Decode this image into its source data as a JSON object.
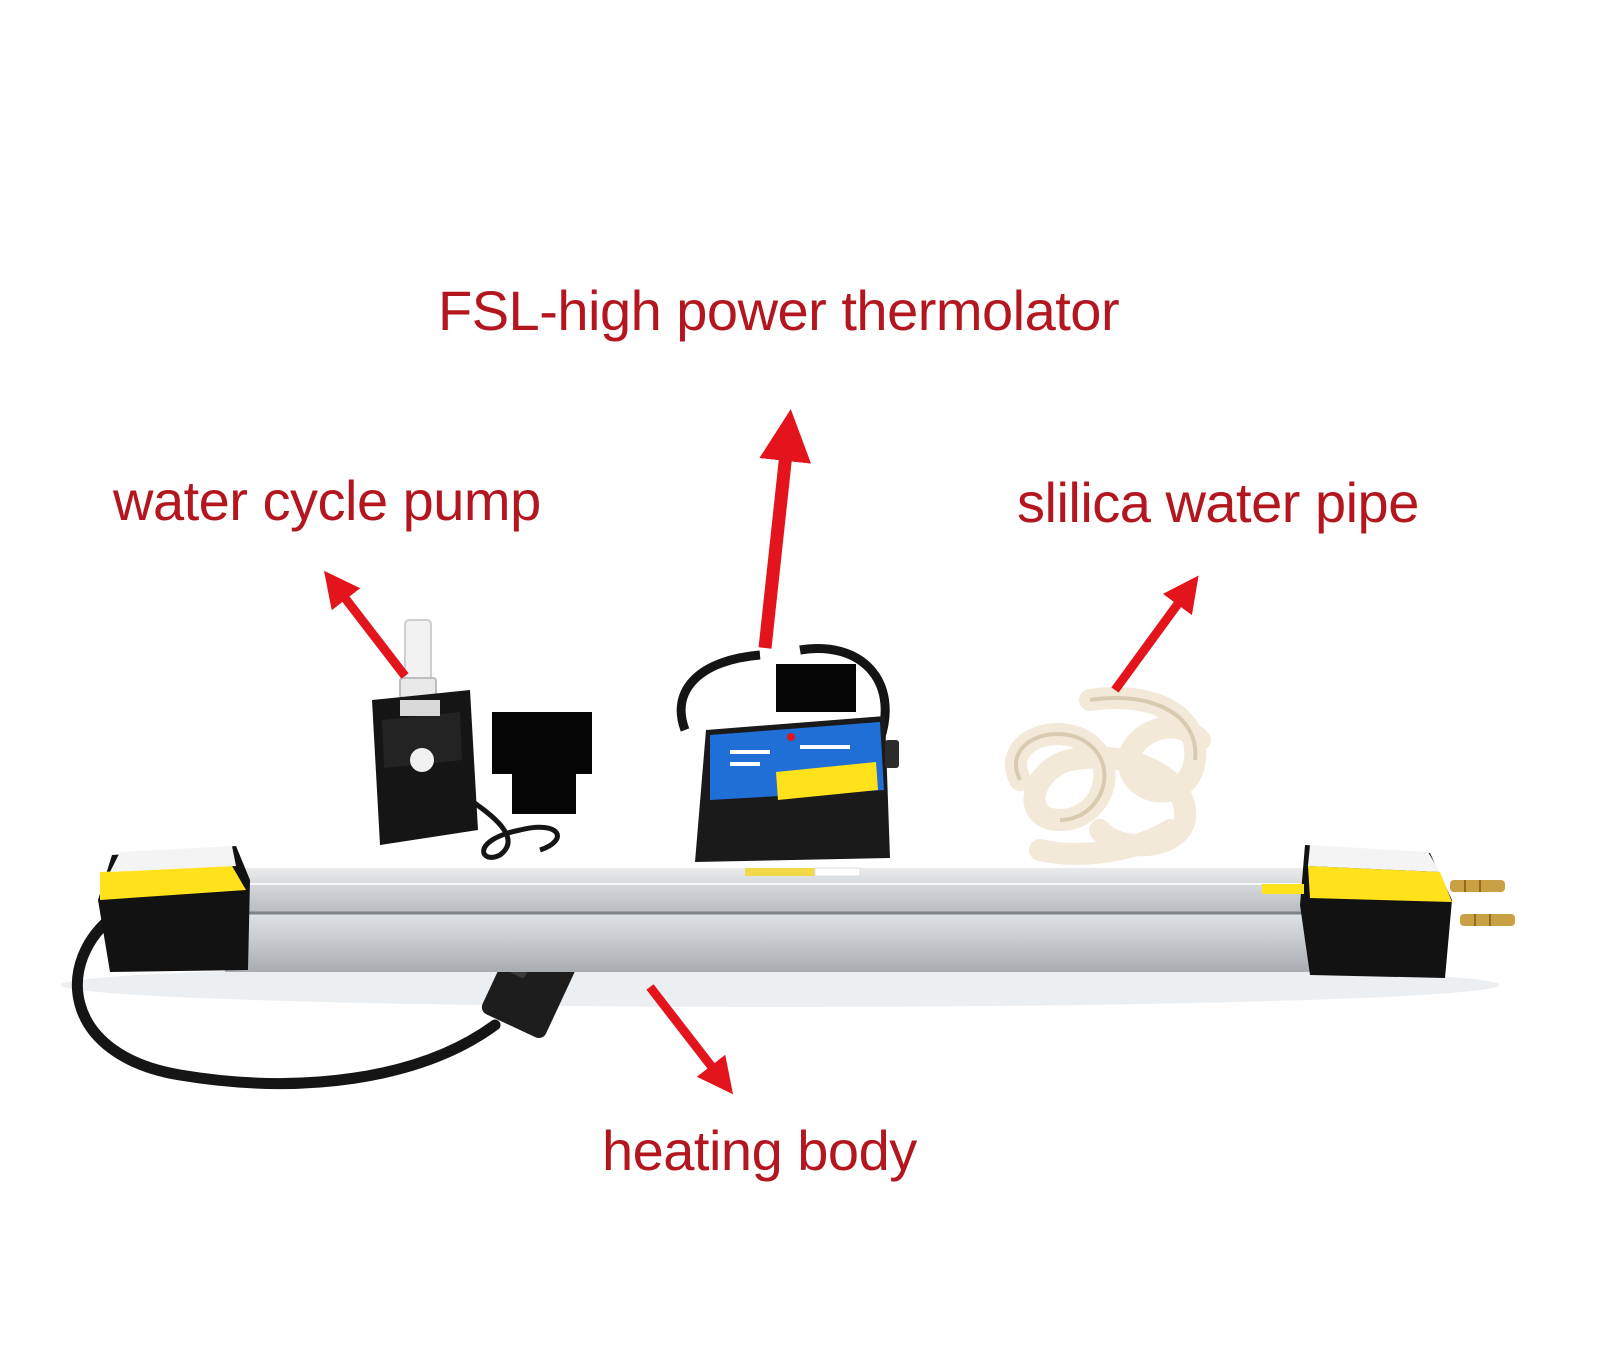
{
  "labels": {
    "thermolator": "FSL-high power thermolator",
    "pump": "water cycle pump",
    "pipe": "slilica water pipe",
    "heating_body": "heating body"
  },
  "colors": {
    "label_text": "#b3161e",
    "arrow": "#e3141b",
    "background": "#ffffff",
    "rail": "#c9cccf",
    "end_cap": "#111111",
    "warning_sticker": "#ffe21a",
    "controller_face": "#1f6fd6",
    "silicone": "#f2e9d8"
  }
}
